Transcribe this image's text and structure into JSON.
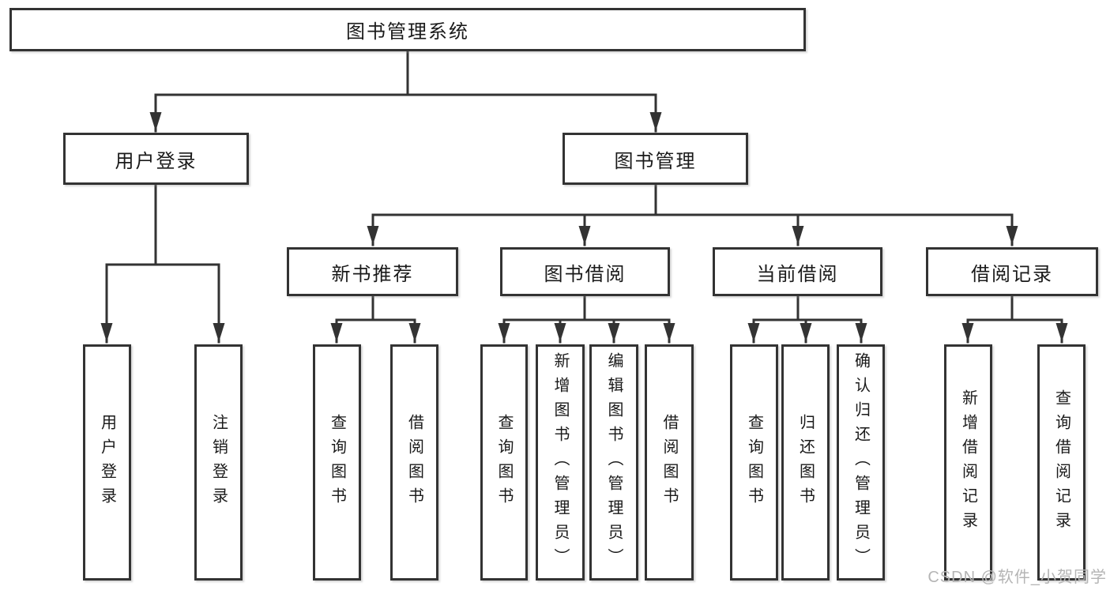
{
  "tree": {
    "root": {
      "label": "图书管理系统"
    },
    "branches": [
      {
        "label": "用户登录",
        "children": [
          {
            "label": "用户登录"
          },
          {
            "label": "注销登录"
          }
        ]
      },
      {
        "label": "图书管理",
        "children": [
          {
            "label": "新书推荐",
            "children": [
              {
                "label": "查询图书"
              },
              {
                "label": "借阅图书"
              }
            ]
          },
          {
            "label": "图书借阅",
            "children": [
              {
                "label": "查询图书"
              },
              {
                "label": "新增图书（管理员）"
              },
              {
                "label": "编辑图书（管理员）"
              },
              {
                "label": "借阅图书"
              }
            ]
          },
          {
            "label": "当前借阅",
            "children": [
              {
                "label": "查询图书"
              },
              {
                "label": "归还图书"
              },
              {
                "label": "确认归还（管理员）"
              }
            ]
          },
          {
            "label": "借阅记录",
            "children": [
              {
                "label": "新增借阅记录"
              },
              {
                "label": "查询借阅记录"
              }
            ]
          }
        ]
      }
    ]
  },
  "watermark": {
    "text": "CSDN @软件_小贺同学"
  },
  "colors": {
    "line": "#333333",
    "text": "#1a1a1a",
    "watermark": "#b5b5b5",
    "background": "#ffffff"
  }
}
